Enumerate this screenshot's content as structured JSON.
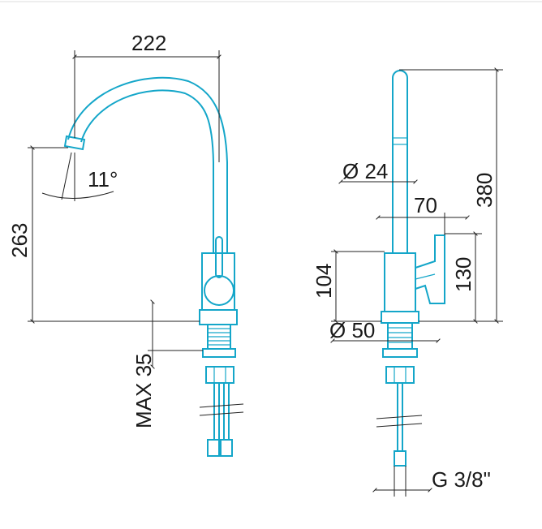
{
  "dimensions": {
    "spout_reach": "222",
    "height_under_spout": "263",
    "spout_angle": "11°",
    "max_deck_thickness": "MAX 35",
    "spout_diameter": "Ø 24",
    "handle_projection": "70",
    "total_height": "380",
    "body_height": "104",
    "handle_height": "130",
    "base_diameter": "Ø 50",
    "connection_thread": "G 3/8\""
  },
  "colors": {
    "part_outline": "#14a6c9",
    "dimension_line": "#222222"
  }
}
